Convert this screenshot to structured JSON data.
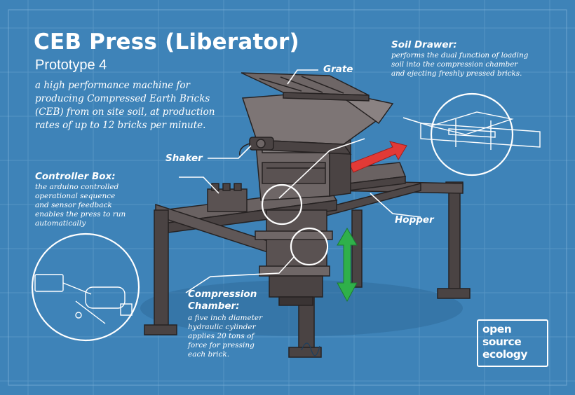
{
  "header": {
    "title": "CEB Press (Liberator)",
    "subtitle": "Prototype 4",
    "description": "a high performance machine for producing Compressed Earth Bricks (CEB) from on site soil, at production rates of up to 12 bricks per minute."
  },
  "labels": {
    "grate": "Grate",
    "shaker": "Shaker",
    "hopper": "Hopper",
    "controller_box_title": "Controller Box:",
    "controller_box_desc": [
      "the arduino controlled",
      "operational sequence",
      "and sensor feedback",
      "enables the press to run",
      "automatically"
    ],
    "soil_drawer_title": "Soil Drawer:",
    "soil_drawer_desc": [
      "performs the dual function of loading",
      "soil into the compression chamber",
      "and ejecting freshly pressed bricks."
    ],
    "compression_title": [
      "Compression",
      "Chamber:"
    ],
    "compression_desc": [
      "a five inch diameter",
      "hydraulic cylinder",
      "applies 20 tons of",
      "force for pressing",
      "each brick."
    ]
  },
  "logo": {
    "lines": [
      "open",
      "source",
      "ecology"
    ]
  },
  "colors": {
    "background": "#3e83b8",
    "grid": "#6aa3cf",
    "machine_dark": "#3a3434",
    "machine_mid": "#5a5252",
    "machine_light": "#7d7575",
    "arrow_red": "#e23a36",
    "arrow_green": "#2fb04a",
    "text": "#ffffff"
  }
}
